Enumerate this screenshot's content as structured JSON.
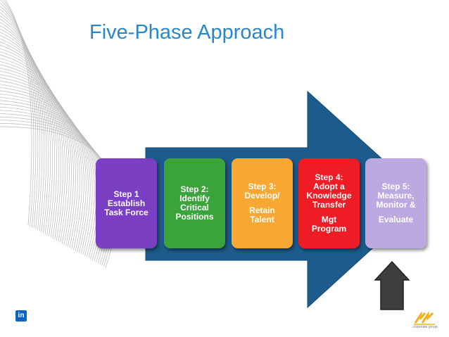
{
  "title": "Five-Phase Approach",
  "colors": {
    "title": "#2a86c9",
    "arrow": "#1d5b8c",
    "logo_linkedin": "#0a66c2",
    "logo_brand": "#f2b21b"
  },
  "steps": [
    {
      "l1": "Step 1\nEstablish\nTask Force",
      "l2": "",
      "color": "#7b3fc4",
      "text_color": "#ffffff"
    },
    {
      "l1": "Step 2:\nIdentify\nCritical\nPositions",
      "l2": "",
      "color": "#3aa43a",
      "text_color": "#ffffff"
    },
    {
      "l1": "Step 3:\nDevelop/",
      "l2": "Retain\nTalent",
      "color": "#f8a832",
      "text_color": "#ffffff"
    },
    {
      "l1": "Step 4:\nAdopt a\nKnowledge\nTransfer",
      "l2": "Mgt\nProgram",
      "color": "#ee1c24",
      "text_color": "#ffffff"
    },
    {
      "l1": "Step 5:\nMeasure,\nMonitor &",
      "l2": "Evaluate",
      "color": "#bda9e2",
      "text_color": "#ffffff"
    }
  ],
  "footer": {
    "linkedin_icon": "in",
    "brand_icon": "chevron-arrows-logo",
    "brand_text": "corporate group"
  }
}
